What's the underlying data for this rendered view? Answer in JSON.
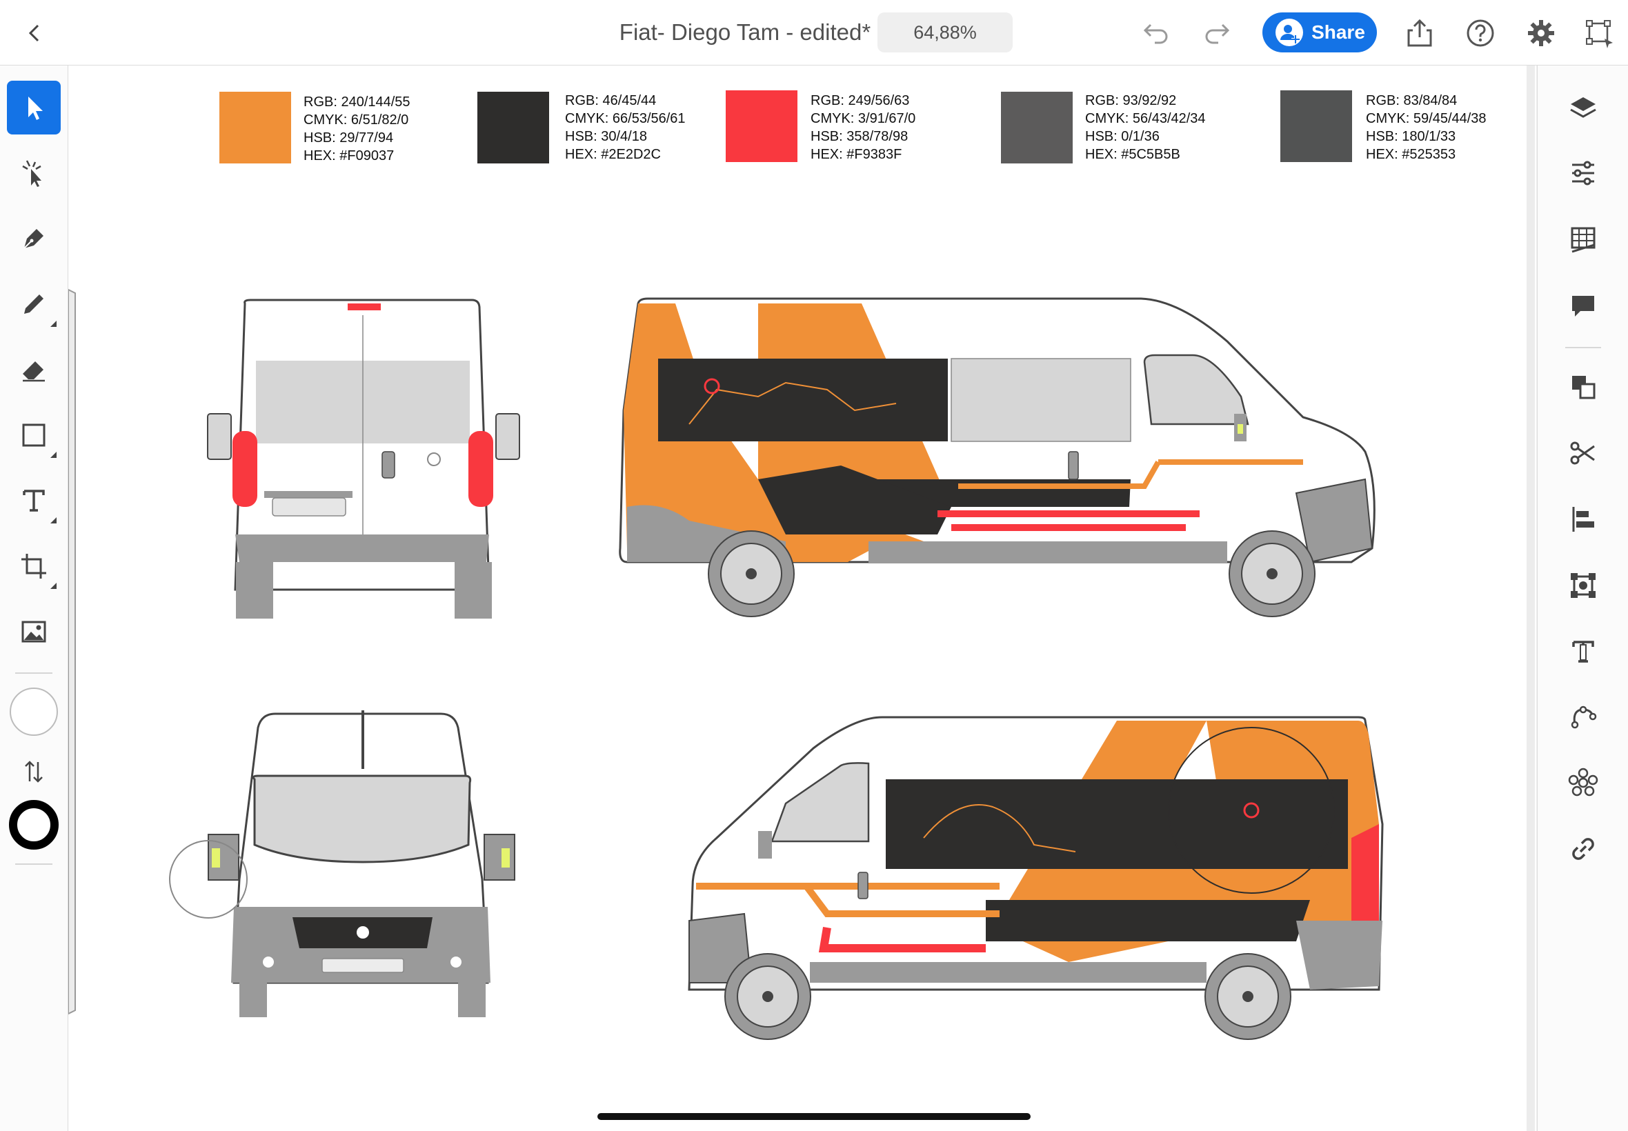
{
  "header": {
    "title": "Fiat- Diego Tam - edited*",
    "zoom": "64,88%",
    "share_label": "Share"
  },
  "icons": {
    "back": "chevron-left-icon",
    "undo": "undo-icon",
    "redo": "redo-icon",
    "export": "export-icon",
    "help": "help-icon",
    "settings": "gear-icon",
    "transform": "artboard-icon"
  },
  "tools": [
    "selection",
    "direct-selection",
    "pen",
    "pencil",
    "eraser",
    "rectangle",
    "type",
    "crop",
    "image",
    "fill",
    "swap",
    "stroke"
  ],
  "swatches": [
    {
      "color": "#F09037",
      "rgb": "RGB: 240/144/55",
      "cmyk": "CMYK: 6/51/82/0",
      "hsb": "HSB: 29/77/94",
      "hex": "HEX: #F09037"
    },
    {
      "color": "#2E2D2C",
      "rgb": "RGB: 46/45/44",
      "cmyk": "CMYK: 66/53/56/61",
      "hsb": "HSB: 30/4/18",
      "hex": "HEX: #2E2D2C"
    },
    {
      "color": "#F9383F",
      "rgb": "RGB: 249/56/63",
      "cmyk": "CMYK: 3/91/67/0",
      "hsb": "HSB: 358/78/98",
      "hex": "HEX: #F9383F"
    },
    {
      "color": "#5C5B5B",
      "rgb": "RGB: 93/92/92",
      "cmyk": "CMYK: 56/43/42/34",
      "hsb": "HSB: 0/1/36",
      "hex": "HEX: #5C5B5B"
    },
    {
      "color": "#525353",
      "rgb": "RGB: 83/84/84",
      "cmyk": "CMYK: 59/45/44/38",
      "hsb": "HSB: 180/1/33",
      "hex": "HEX: #525353"
    }
  ],
  "colors": {
    "accent": "#1473e6",
    "orange": "#F09037",
    "dark": "#2E2D2C",
    "red": "#F9383F",
    "grey": "#9a9a9a"
  }
}
